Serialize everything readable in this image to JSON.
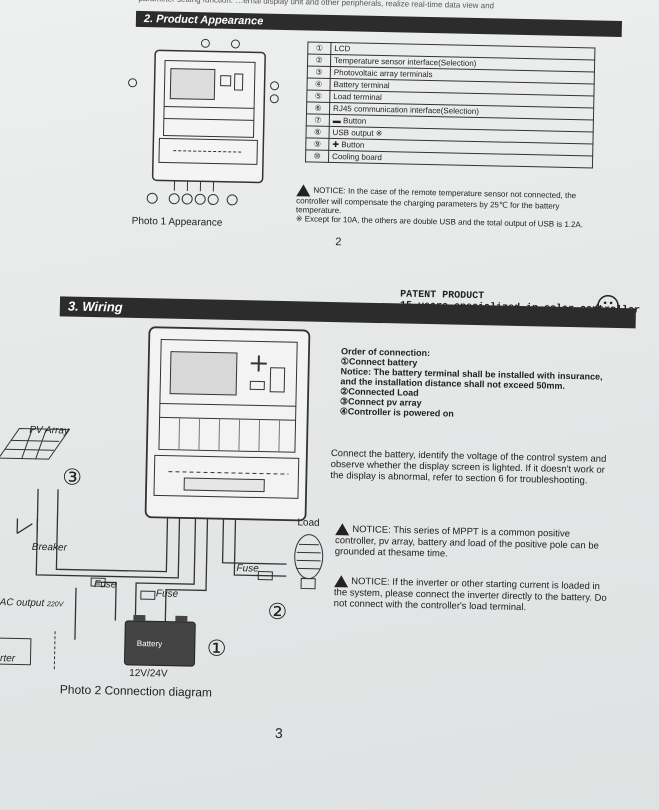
{
  "top_text": "parameter setting function.        …ernal display unit and other peripherals, realize real-time data view and",
  "section2": {
    "title": "2. Product Appearance",
    "parts": [
      {
        "num": "①",
        "label": "LCD"
      },
      {
        "num": "②",
        "label": "Temperature sensor interface(Selection)"
      },
      {
        "num": "③",
        "label": "Photovoltaic array terminals"
      },
      {
        "num": "④",
        "label": "Battery terminal"
      },
      {
        "num": "⑤",
        "label": "Load terminal"
      },
      {
        "num": "⑥",
        "label": "RJ45 communication interface(Selection)"
      },
      {
        "num": "⑦",
        "label": "▬ Button"
      },
      {
        "num": "⑧",
        "label": "USB output ※"
      },
      {
        "num": "⑨",
        "label": "✚ Button"
      },
      {
        "num": "⑩",
        "label": "Cooling board"
      }
    ],
    "notice": "NOTICE: In the case of the remote temperature sensor not connected, the controller will compensate the charging parameters by 25℃ for the battery temperature.",
    "footnote": "※ Except for 10A, the others are double USB and the total output of USB is 1.2A.",
    "photo_caption": "Photo 1 Appearance",
    "page_number": "2"
  },
  "patent": {
    "line1": "PATENT PRODUCT",
    "line2": "15 years specialized in solar controller"
  },
  "section3": {
    "title": "3. Wiring",
    "order_title": "Order of connection:",
    "order_lines": [
      "①Connect battery",
      "Notice: The battery terminal shall be installed with insurance, and the installation distance shall not exceed 50mm.",
      "②Connected Load",
      "③Connect pv array",
      "④Controller is powered on"
    ],
    "para": "Connect the battery, identify the voltage of the control system and observe whether the display screen is lighted. If it doesn't work or the display is abnormal, refer to section 6 for troubleshooting.",
    "notice1": "NOTICE: This series of MPPT is a common positive controller, pv array, battery and load of the positive pole can be grounded at thesame time.",
    "notice2": "NOTICE: If the inverter or other starting current is loaded in the system, please connect the inverter directly to the battery. Do not connect with the controller's load terminal.",
    "labels": {
      "pv_array": "PV Array",
      "breaker": "Breaker",
      "fuse1": "Fuse",
      "fuse2": "Fuse",
      "fuse3": "Fuse",
      "ac_output": "AC output",
      "ac_voltage": "220V",
      "inverter": "erter",
      "load": "Load",
      "battery": "Battery",
      "battery_voltage": "12V/24V",
      "num3": "③",
      "num2": "②",
      "num1": "①"
    },
    "photo_caption": "Photo 2  Connection diagram",
    "page_number": "3"
  }
}
